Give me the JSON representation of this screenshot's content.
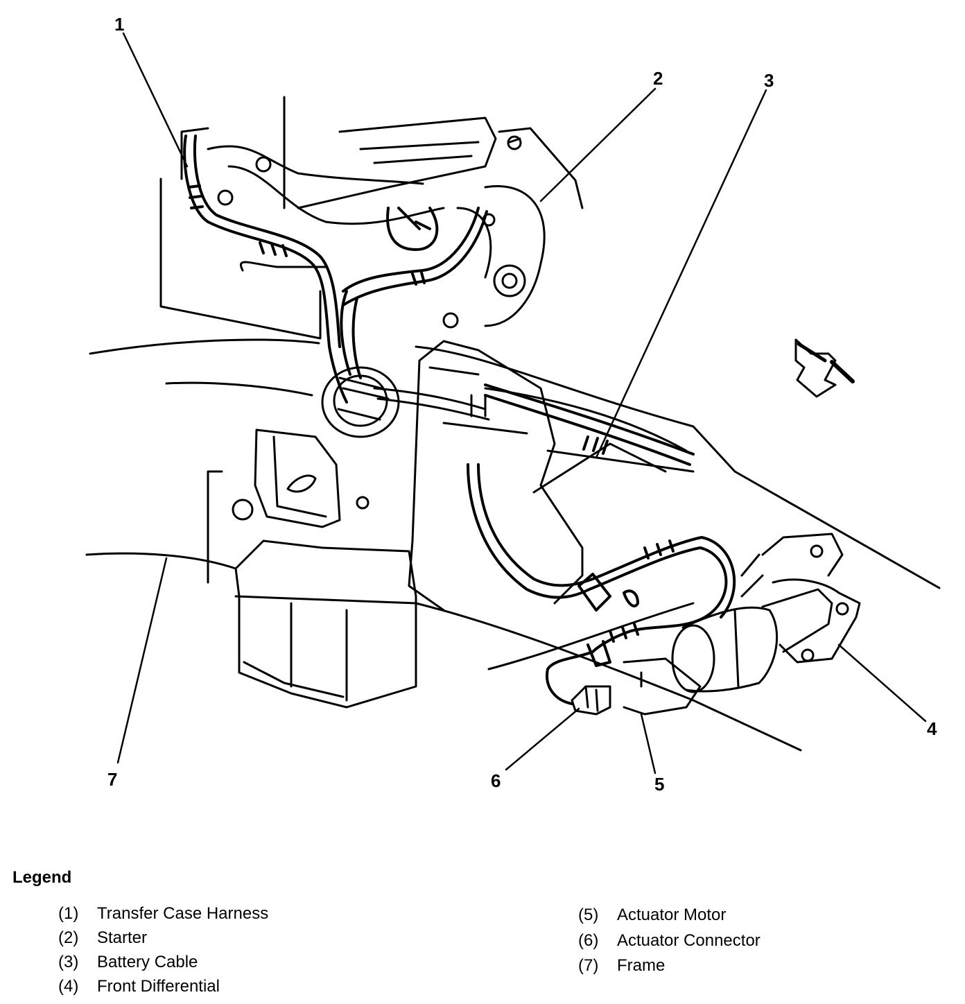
{
  "callouts": [
    "1",
    "2",
    "3",
    "4",
    "5",
    "6",
    "7"
  ],
  "legend": {
    "title": "Legend",
    "items": [
      {
        "num": "(1)",
        "label": "Transfer Case Harness"
      },
      {
        "num": "(2)",
        "label": "Starter"
      },
      {
        "num": "(3)",
        "label": "Battery Cable"
      },
      {
        "num": "(4)",
        "label": "Front Differential"
      },
      {
        "num": "(5)",
        "label": "Actuator Motor"
      },
      {
        "num": "(6)",
        "label": "Actuator Connector"
      },
      {
        "num": "(7)",
        "label": "Frame"
      }
    ]
  },
  "icons": {
    "direction_arrow": "front-direction-arrow-icon"
  }
}
